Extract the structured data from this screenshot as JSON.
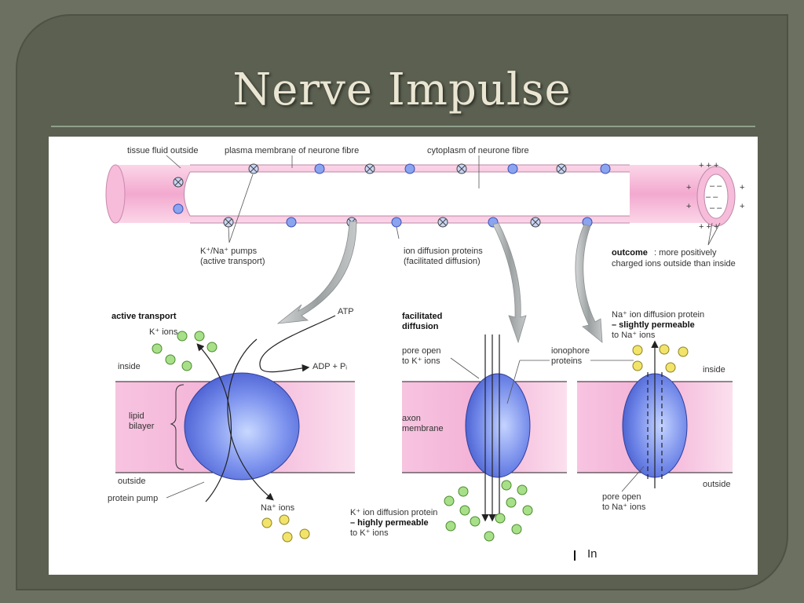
{
  "slide": {
    "title": "Nerve Impulse"
  },
  "diagram": {
    "labels": {
      "tissue_fluid_outside": "tissue fluid outside",
      "plasma_membrane": "plasma membrane of neurone fibre",
      "cytoplasm": "cytoplasm of neurone fibre",
      "pumps_line1": "K⁺/Na⁺ pumps",
      "pumps_line2": "(active transport)",
      "ion_diff_line1": "ion diffusion proteins",
      "ion_diff_line2": "(facilitated diffusion)",
      "outcome_bold": "outcome",
      "outcome_rest": ": more positively",
      "outcome_line2": "charged ions outside than inside",
      "active_transport": "active transport",
      "k_ions": "K⁺ ions",
      "inside": "inside",
      "lipid": "lipid",
      "bilayer": "bilayer",
      "outside": "outside",
      "protein_pump": "protein pump",
      "atp": "ATP",
      "adp": "ADP + Pᵢ",
      "na_ions": "Na⁺ ions",
      "facilitated": "facilitated",
      "diffusion": "diffusion",
      "pore_k_line1": "pore open",
      "pore_k_line2": "to K⁺ ions",
      "axon": "axon",
      "membrane": "membrane",
      "ionophore_line1": "ionophore",
      "ionophore_line2": "proteins",
      "k_diff_line1": "K⁺ ion diffusion protein",
      "k_diff_line2": "– highly permeable",
      "k_diff_line3": "to K⁺ ions",
      "na_diff_line1": "Na⁺ ion diffusion protein",
      "na_diff_line2": "– slightly permeable",
      "na_diff_line3": "to Na⁺ ions",
      "inside_right": "inside",
      "outside_right": "outside",
      "pore_na_line1": "pore open",
      "pore_na_line2": "to Na⁺ ions",
      "fragment": "In"
    },
    "colors": {
      "membrane_pink": "#f4b6d6",
      "protein_blue": "#6f86e8",
      "k_ion_green": "#a8e08a",
      "na_ion_yellow": "#f2e46a"
    }
  }
}
